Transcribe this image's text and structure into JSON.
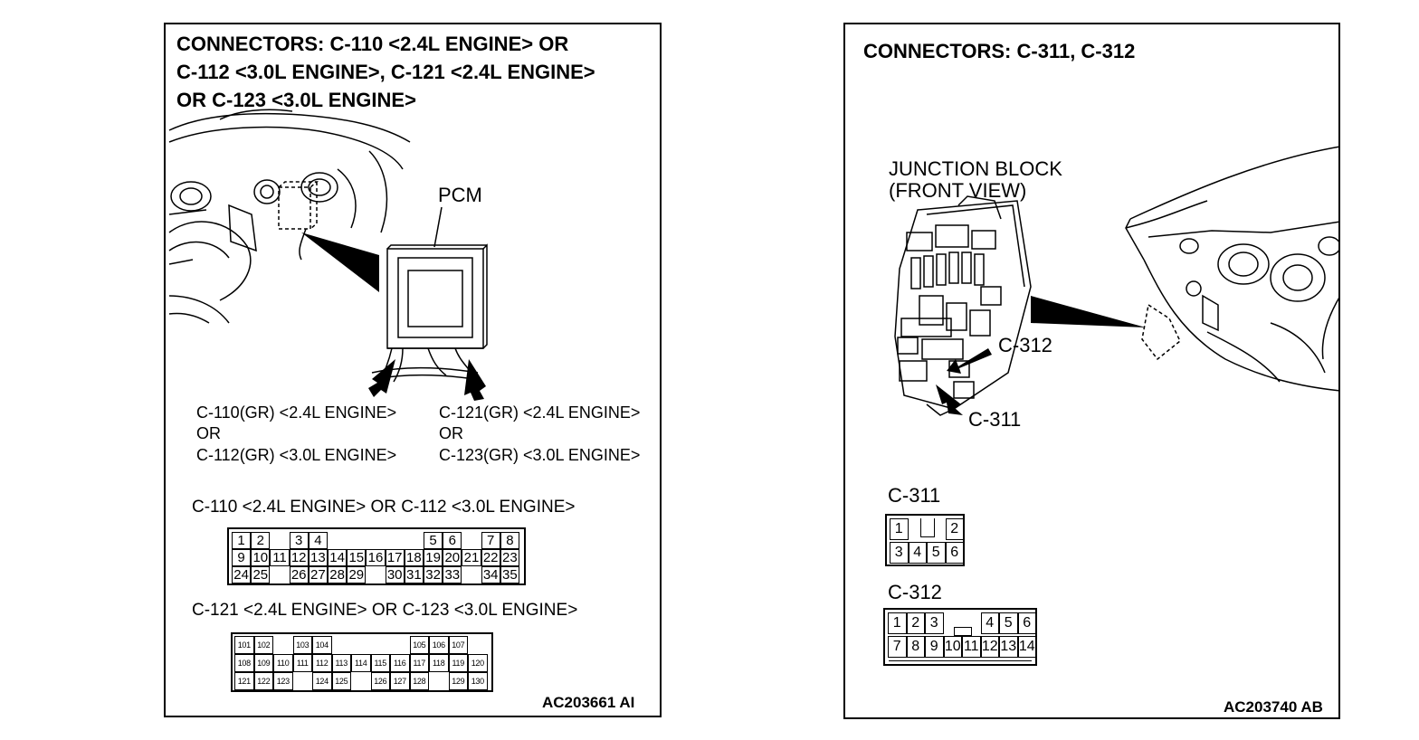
{
  "left_panel": {
    "title_lines": [
      "CONNECTORS: C-110 <2.4L ENGINE> OR",
      "C-112 <3.0L ENGINE>, C-121 <2.4L ENGINE>",
      "OR C-123 <3.0L ENGINE>"
    ],
    "pcm_label": "PCM",
    "callout_left": [
      "C-110(GR) <2.4L ENGINE>",
      "OR",
      "C-112(GR) <3.0L ENGINE>"
    ],
    "callout_right": [
      "C-121(GR) <2.4L ENGINE>",
      "OR",
      "C-123(GR) <3.0L ENGINE>"
    ],
    "connector_a": {
      "title": "C-110 <2.4L ENGINE> OR C-112 <3.0L ENGINE>",
      "rows": [
        [
          "1",
          "2",
          "",
          "3",
          "4",
          "",
          "",
          "",
          "",
          "",
          "5",
          "6",
          "",
          "7",
          "8"
        ],
        [
          "9",
          "10",
          "11",
          "12",
          "13",
          "14",
          "15",
          "16",
          "17",
          "18",
          "19",
          "20",
          "21",
          "22",
          "23"
        ],
        [
          "24",
          "25",
          "",
          "26",
          "27",
          "28",
          "29",
          "",
          "30",
          "31",
          "32",
          "33",
          "",
          "34",
          "35"
        ]
      ]
    },
    "connector_b": {
      "title": "C-121 <2.4L ENGINE> OR C-123 <3.0L ENGINE>",
      "rows": [
        [
          "101",
          "102",
          "",
          "103",
          "104",
          "",
          "",
          "",
          "",
          "105",
          "106",
          "107"
        ],
        [
          "108",
          "109",
          "110",
          "111",
          "112",
          "113",
          "114",
          "115",
          "116",
          "117",
          "118",
          "119",
          "120"
        ],
        [
          "121",
          "122",
          "123",
          "",
          "124",
          "125",
          "",
          "126",
          "127",
          "128",
          "",
          "129",
          "130"
        ]
      ]
    },
    "figure_code": "AC203661 AI"
  },
  "right_panel": {
    "title": "CONNECTORS: C-311, C-312",
    "junction_label": [
      "JUNCTION BLOCK",
      "(FRONT VIEW)"
    ],
    "callout_c312": "C-312",
    "callout_c311": "C-311",
    "connector_c311": {
      "title": "C-311",
      "rows": [
        [
          "1",
          "",
          "2"
        ],
        [
          "3",
          "4",
          "5",
          "6"
        ]
      ]
    },
    "connector_c312": {
      "title": "C-312",
      "rows": [
        [
          "1",
          "2",
          "3",
          "",
          "4",
          "5",
          "6"
        ],
        [
          "7",
          "8",
          "9",
          "10",
          "11",
          "12",
          "13",
          "14"
        ]
      ]
    },
    "figure_code": "AC203740 AB"
  }
}
